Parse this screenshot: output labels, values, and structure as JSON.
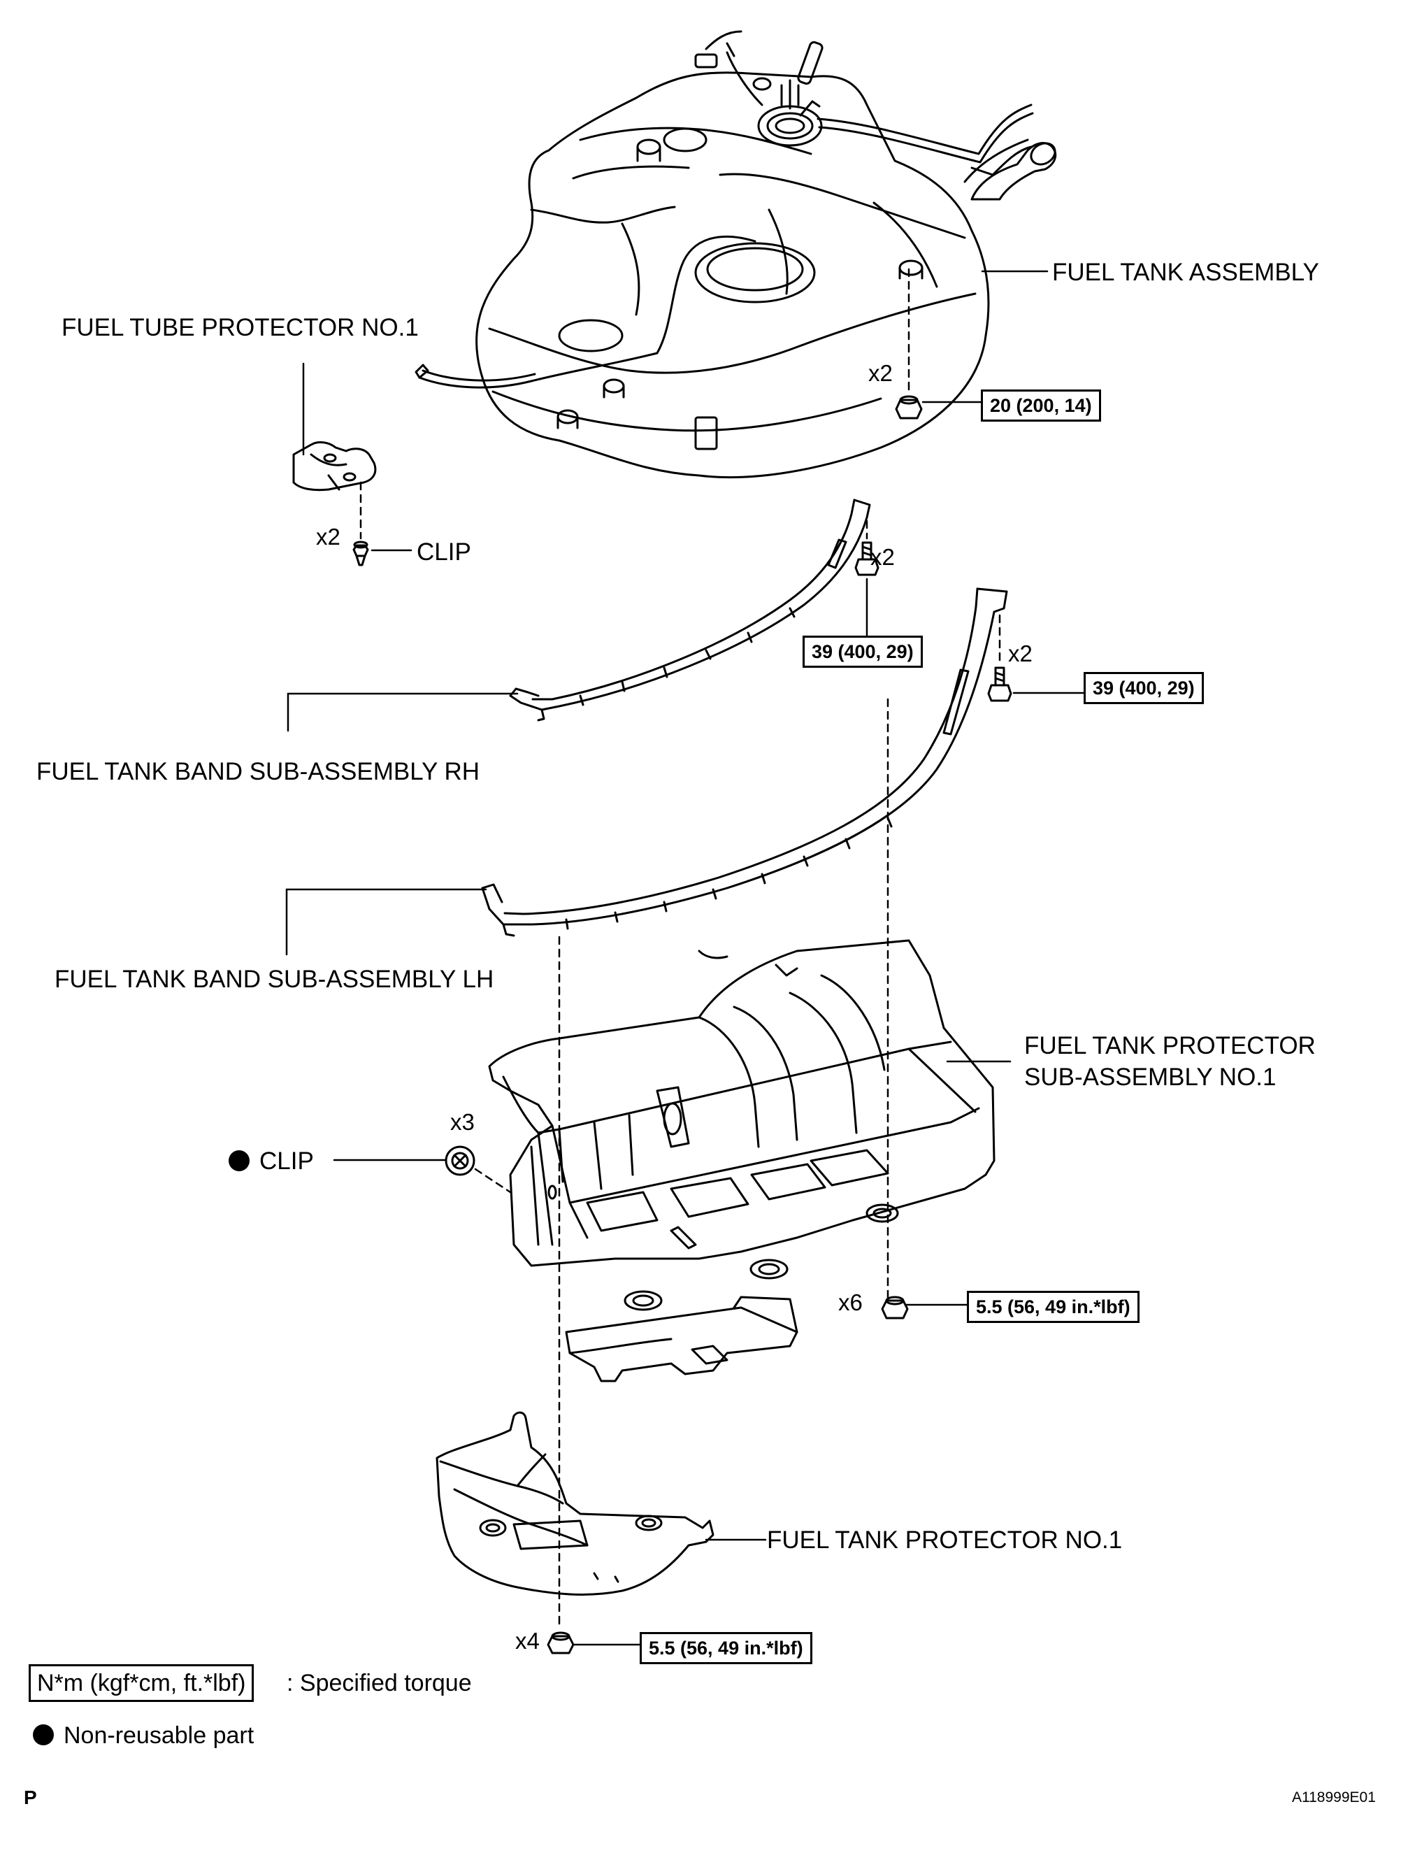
{
  "labels": {
    "fuel_tank_assembly": "FUEL TANK ASSEMBLY",
    "fuel_tube_protector": "FUEL TUBE PROTECTOR NO.1",
    "clip_top": "CLIP",
    "band_rh": "FUEL TANK BAND SUB-ASSEMBLY RH",
    "band_lh": "FUEL TANK BAND SUB-ASSEMBLY LH",
    "tank_protector_sub_line1": "FUEL TANK PROTECTOR",
    "tank_protector_sub_line2": "SUB-ASSEMBLY NO.1",
    "clip_nonreusable": "CLIP",
    "tank_protector_no1": "FUEL TANK PROTECTOR NO.1"
  },
  "multipliers": {
    "tank_nut": "x2",
    "tube_clip": "x2",
    "band_rh_bolt": "x2",
    "band_lh_bolt": "x2",
    "clip": "x3",
    "protector_sub_nut": "x6",
    "protector_no1_nut": "x4"
  },
  "torques": {
    "tank": "20 (200, 14)",
    "band_rh": "39 (400, 29)",
    "band_lh": "39 (400, 29)",
    "protector_sub": "5.5 (56, 49 in.*lbf)",
    "protector_no1": "5.5 (56, 49 in.*lbf)"
  },
  "legend": {
    "torque_unit": "N*m (kgf*cm, ft.*lbf)",
    "torque_desc": ": Specified torque",
    "nonreusable_desc": "Non-reusable part"
  },
  "footer": {
    "left_code": "P",
    "figure_id": "A118999E01"
  }
}
